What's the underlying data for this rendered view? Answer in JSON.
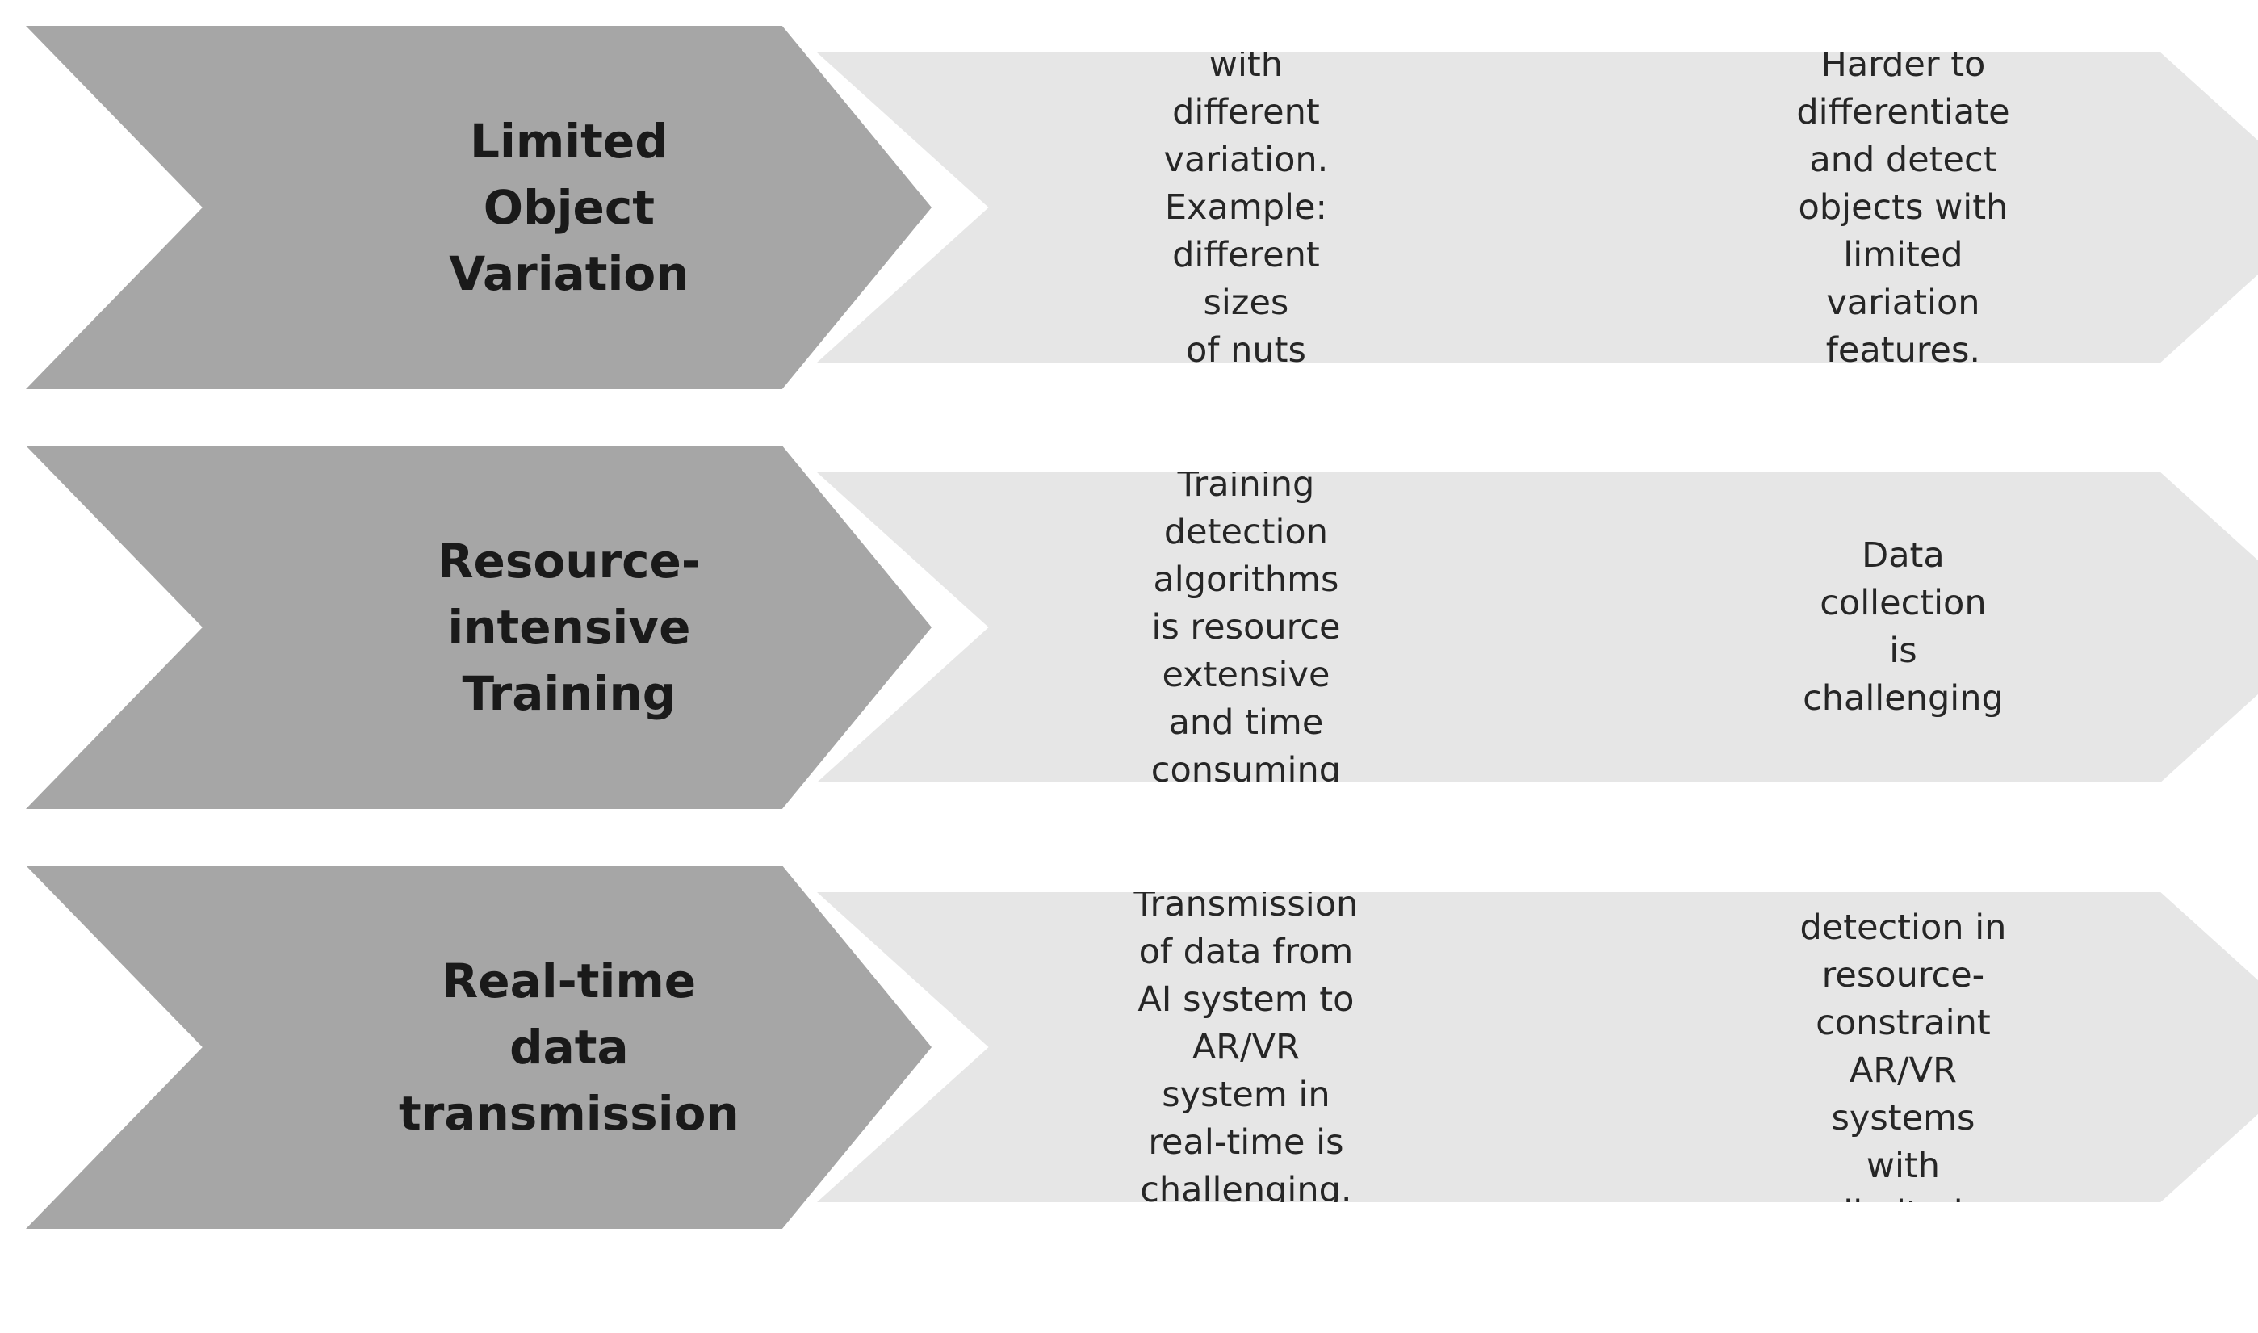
{
  "rows": [
    {
      "title": "Limited Object\nVariation",
      "detail_1": "Different products with\ndifferent variation.\nExample: different sizes\nof nuts and bolts.",
      "detail_2": "Harder to differentiate\nand detect objects with\nlimited variation features."
    },
    {
      "title": "Resource-intensive\nTraining",
      "detail_1": "Training detection\nalgorithms is resource\nextensive and time\nconsuming",
      "detail_2": "Data collection is\nchallenging"
    },
    {
      "title": "Real-time data\ntransmission",
      "detail_1": "Transmission of data from\nAI system to AR/VR\nsystem in real-time is\nchallenging.",
      "detail_2": "Harder to implement\nreal-time detection in\nresource-constraint\nAR/VR systems with\nlimited computation\npower."
    }
  ],
  "colors": {
    "main_chevron": "#a6a6a6",
    "detail_chevron": "#e6e6e6",
    "main_text": "#1a1a1a",
    "detail_text": "#262626"
  }
}
